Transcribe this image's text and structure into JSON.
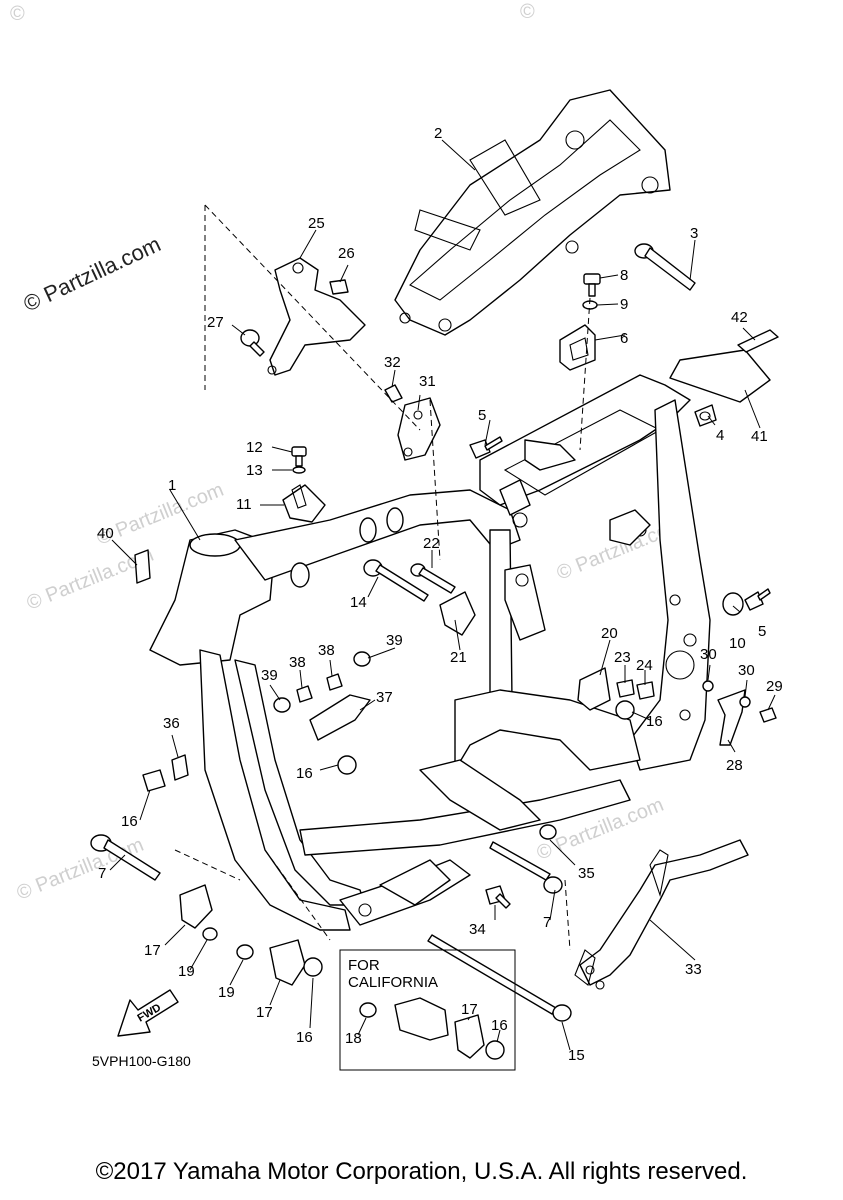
{
  "watermark": "© Partzilla.com",
  "copyright": "©2017 Yamaha Motor Corporation, U.S.A. All rights reserved.",
  "diagram_code": "5VPH100-G180",
  "fwd_label": "FWD",
  "inset": {
    "line1": "FOR",
    "line2": "CALIFORNIA"
  },
  "callouts": {
    "n1": "1",
    "n2": "2",
    "n3": "3",
    "n4": "4",
    "n5a": "5",
    "n5b": "5",
    "n6": "6",
    "n7a": "7",
    "n7b": "7",
    "n8": "8",
    "n9": "9",
    "n10": "10",
    "n11": "11",
    "n12": "12",
    "n13": "13",
    "n14": "14",
    "n15": "15",
    "n16a": "16",
    "n16b": "16",
    "n16c": "16",
    "n16d": "16",
    "n16e": "16",
    "n17a": "17",
    "n17b": "17",
    "n17c": "17",
    "n18": "18",
    "n19a": "19",
    "n19b": "19",
    "n20": "20",
    "n21": "21",
    "n22": "22",
    "n23": "23",
    "n24": "24",
    "n25": "25",
    "n26": "26",
    "n27": "27",
    "n28": "28",
    "n29": "29",
    "n30a": "30",
    "n30b": "30",
    "n31": "31",
    "n32": "32",
    "n33": "33",
    "n34": "34",
    "n35": "35",
    "n36": "36",
    "n37": "37",
    "n38a": "38",
    "n38b": "38",
    "n39a": "39",
    "n39b": "39",
    "n40": "40",
    "n41": "41",
    "n42": "42"
  }
}
